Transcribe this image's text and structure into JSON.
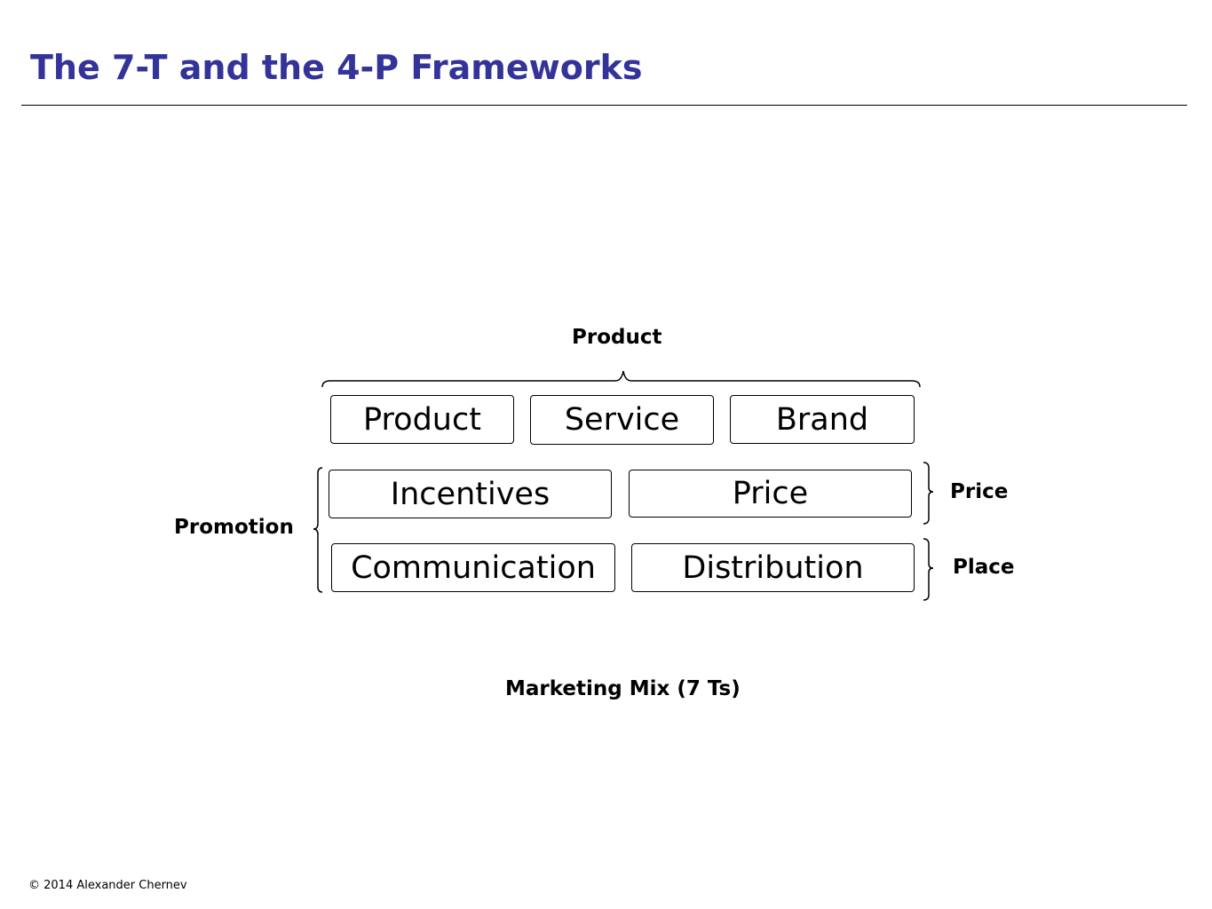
{
  "slide": {
    "title": "The 7-T and the 4-P Frameworks",
    "title_color": "#333399"
  },
  "diagram": {
    "groups": {
      "product_label": "Product",
      "promotion_label": "Promotion",
      "price_label": "Price",
      "place_label": "Place"
    },
    "boxes": {
      "product": "Product",
      "service": "Service",
      "brand": "Brand",
      "incentives": "Incentives",
      "price": "Price",
      "communication": "Communication",
      "distribution": "Distribution"
    },
    "caption": "Marketing Mix (7 Ts)"
  },
  "footer": {
    "copyright": "© 2014 Alexander Chernev"
  }
}
